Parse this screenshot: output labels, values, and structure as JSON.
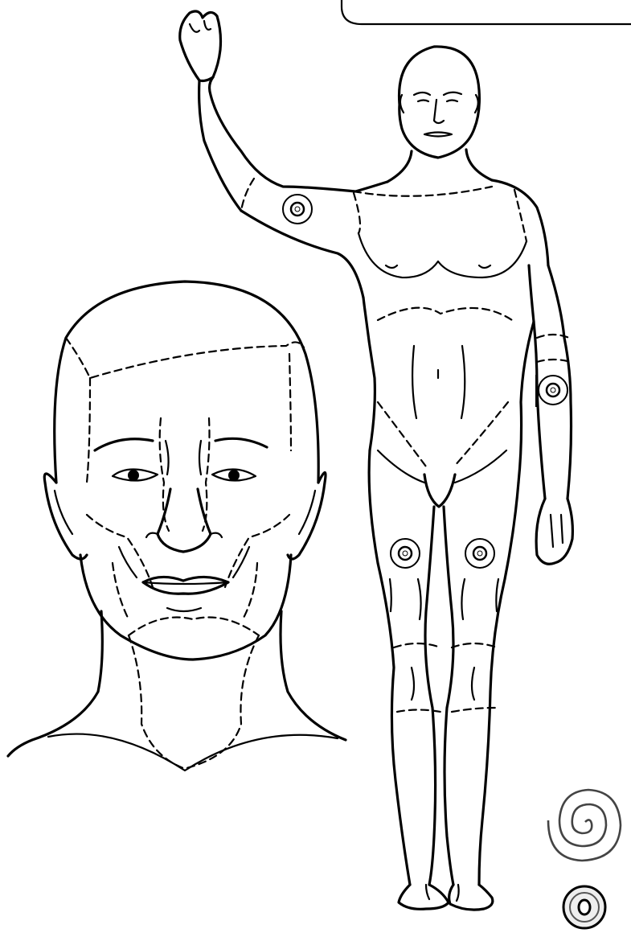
{
  "figure": {
    "colors": {
      "line": "#000000",
      "background": "#ffffff",
      "marker": "#555555"
    },
    "markers": [
      {
        "id": "right-shoulder-marker",
        "icon": "target-circle-icon"
      },
      {
        "id": "left-elbow-marker",
        "icon": "target-circle-icon"
      },
      {
        "id": "right-thigh-marker",
        "icon": "target-circle-icon"
      },
      {
        "id": "left-thigh-marker",
        "icon": "target-circle-icon"
      }
    ],
    "legend": [
      {
        "id": "spiral-symbol",
        "icon": "spiral-icon"
      },
      {
        "id": "ring-symbol",
        "icon": "ring-icon"
      }
    ]
  }
}
